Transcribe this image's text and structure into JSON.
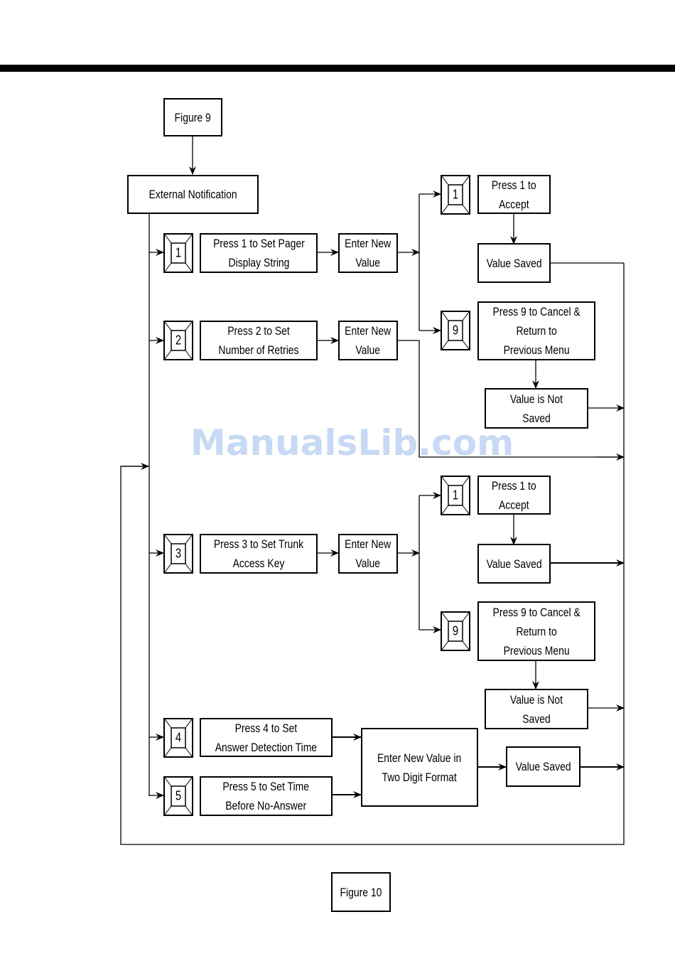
{
  "diagram": {
    "top_reference": "Figure 9",
    "root": "External Notification",
    "bottom_reference": "Figure 10",
    "watermark": "ManualsLib.com",
    "options": [
      {
        "key": "1",
        "label": "Press 1 to Set Pager\nDisplay String",
        "next": "Enter New\nValue"
      },
      {
        "key": "2",
        "label": "Press 2 to Set\nNumber of Retries",
        "next": "Enter New\nValue"
      },
      {
        "key": "3",
        "label": "Press 3 to Set Trunk\nAccess Key",
        "next": "Enter New\nValue"
      },
      {
        "key": "4",
        "label": "Press 4 to Set\nAnswer Detection Time"
      },
      {
        "key": "5",
        "label": "Press 5 to Set Time\nBefore No-Answer"
      }
    ],
    "confirm_groups": [
      {
        "accept_key": "1",
        "accept_label": "Press 1 to\nAccept",
        "accept_result": "Value Saved",
        "cancel_key": "9",
        "cancel_label": "Press 9 to Cancel &\nReturn to\nPrevious Menu",
        "cancel_result": "Value is Not Saved"
      },
      {
        "accept_key": "1",
        "accept_label": "Press 1 to\nAccept",
        "accept_result": "Value Saved",
        "cancel_key": "9",
        "cancel_label": "Press 9 to Cancel &\nReturn to\nPrevious Menu",
        "cancel_result": "Value is Not Saved"
      }
    ],
    "two_digit": {
      "label": "Enter New Value in\nTwo Digit Format",
      "result": "Value Saved"
    }
  }
}
